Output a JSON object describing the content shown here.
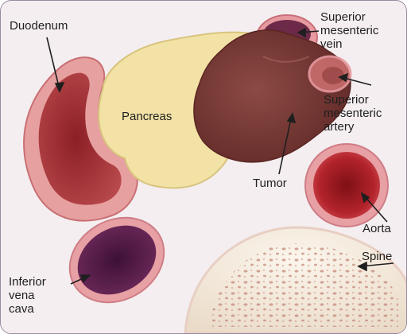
{
  "labels": {
    "duodenum": "Duodenum",
    "pancreas": "Pancreas",
    "tumor": "Tumor",
    "superior_mesenteric_vein": "Superior\nmesenteric\nvein",
    "superior_mesenteric_artery": "Superior\nmesenteric\nartery",
    "aorta": "Aorta",
    "inferior_vena_cava": "Inferior\nvena\ncava",
    "spine": "Spine"
  },
  "colors": {
    "background": "#f4eef0",
    "duodenum_wall": "#e7a0a0",
    "duodenum_lumen": "#a8343a",
    "pancreas": "#f3e2a6",
    "tumor": "#7a3a36",
    "vein": "#6c2a48",
    "artery_ring": "#e79aa0",
    "aorta": "#b3232b",
    "ivc": "#5a2150",
    "spine": "#f6eee4",
    "spine_pores": "#c48a7a"
  }
}
